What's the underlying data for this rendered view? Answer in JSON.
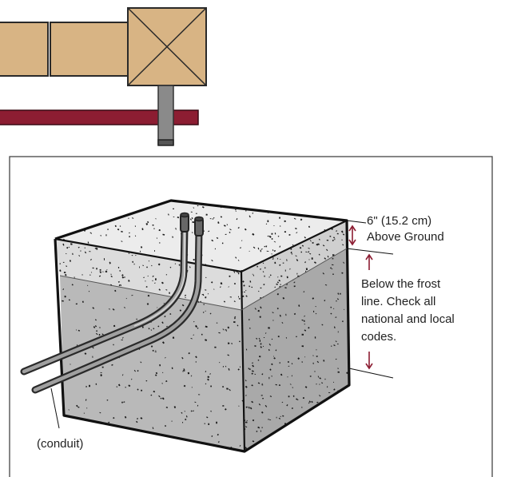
{
  "colors": {
    "wood": "#d8b484",
    "wood_stroke": "#2a2a2a",
    "rail": "#8c1d32",
    "post": "#8a8a8a",
    "concrete_top": "#ececec",
    "concrete_band": "#dcdcdc",
    "concrete_front": "#b9b9b9",
    "concrete_side": "#a9a9a9",
    "arrow": "#8c1d32",
    "text": "#222222"
  },
  "icons": {
    "double_arrow": "double-arrow-icon",
    "single_arrow": "arrow-icon"
  },
  "labels": {
    "above_ground_measure": "6\" (15.2 cm)",
    "above_ground_text": "Above Ground",
    "frost_line_1": "Below the frost",
    "frost_line_2": "line. Check all",
    "frost_line_3": "national and local",
    "frost_line_4": "codes.",
    "conduit": "(conduit)"
  }
}
